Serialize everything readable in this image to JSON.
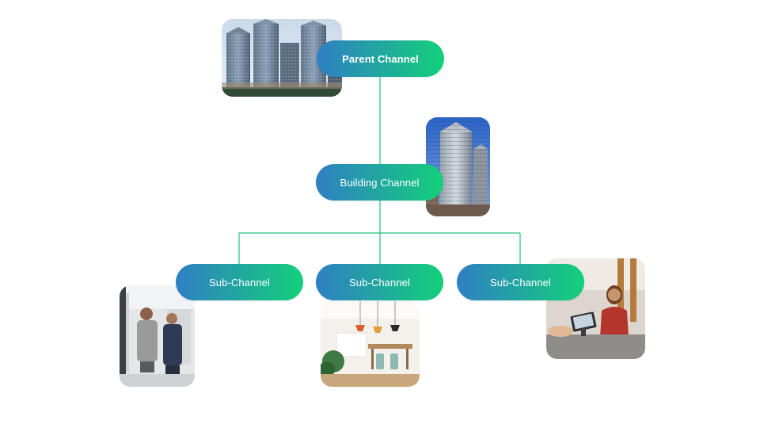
{
  "colors": {
    "gradient_start": "#2f7fc4",
    "gradient_end": "#13d07a",
    "connector": "#22c07a"
  },
  "nodes": {
    "parent": {
      "label": "Parent Channel"
    },
    "building": {
      "label": "Building Channel"
    },
    "sub_channels": [
      {
        "label": "Sub-Channel"
      },
      {
        "label": "Sub-Channel"
      },
      {
        "label": "Sub-Channel"
      }
    ]
  },
  "images": {
    "parent": "city-skyline-photo",
    "building": "office-tower-photo",
    "sub_1": "business-meeting-photo",
    "sub_2": "office-lounge-photo",
    "sub_3": "retail-checkout-photo"
  }
}
